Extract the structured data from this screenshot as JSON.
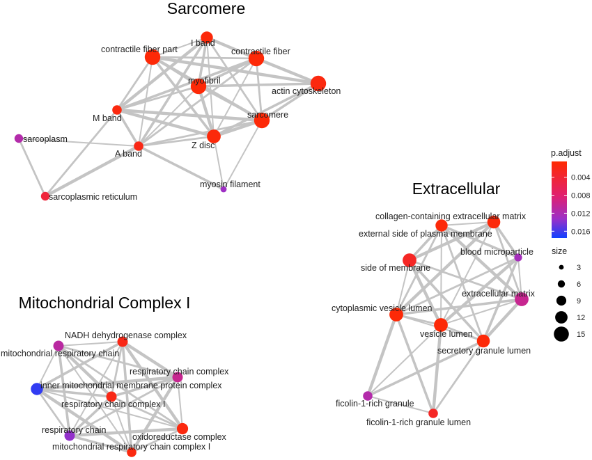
{
  "clusters": [
    {
      "title": "Sarcomere",
      "nodes": [
        {
          "id": "s1",
          "label": "I band",
          "p_adjust": 0.0012,
          "size": 10
        },
        {
          "id": "s2",
          "label": "contractile fiber part",
          "p_adjust": 0.001,
          "size": 14
        },
        {
          "id": "s3",
          "label": "contractile fiber",
          "p_adjust": 0.001,
          "size": 14
        },
        {
          "id": "s4",
          "label": "myofibril",
          "p_adjust": 0.001,
          "size": 14
        },
        {
          "id": "s5",
          "label": "actin cytoskeleton",
          "p_adjust": 0.0015,
          "size": 14
        },
        {
          "id": "s6",
          "label": "M band",
          "p_adjust": 0.0015,
          "size": 7
        },
        {
          "id": "s7",
          "label": "sarcomere",
          "p_adjust": 0.001,
          "size": 14
        },
        {
          "id": "s8",
          "label": "sarcoplasm",
          "p_adjust": 0.0115,
          "size": 6
        },
        {
          "id": "s9",
          "label": "Z disc",
          "p_adjust": 0.0012,
          "size": 12
        },
        {
          "id": "s10",
          "label": "A band",
          "p_adjust": 0.002,
          "size": 7
        },
        {
          "id": "s11",
          "label": "myosin filament",
          "p_adjust": 0.013,
          "size": 3
        },
        {
          "id": "s12",
          "label": "sarcoplasmic reticulum",
          "p_adjust": 0.0045,
          "size": 6
        }
      ],
      "edges": [
        [
          "s1",
          "s2"
        ],
        [
          "s1",
          "s3"
        ],
        [
          "s1",
          "s4"
        ],
        [
          "s1",
          "s7"
        ],
        [
          "s1",
          "s9"
        ],
        [
          "s1",
          "s6"
        ],
        [
          "s1",
          "s10"
        ],
        [
          "s2",
          "s3"
        ],
        [
          "s2",
          "s4"
        ],
        [
          "s2",
          "s7"
        ],
        [
          "s2",
          "s9"
        ],
        [
          "s2",
          "s6"
        ],
        [
          "s2",
          "s10"
        ],
        [
          "s2",
          "s5"
        ],
        [
          "s3",
          "s4"
        ],
        [
          "s3",
          "s7"
        ],
        [
          "s3",
          "s9"
        ],
        [
          "s3",
          "s5"
        ],
        [
          "s3",
          "s6"
        ],
        [
          "s3",
          "s10"
        ],
        [
          "s4",
          "s7"
        ],
        [
          "s4",
          "s9"
        ],
        [
          "s4",
          "s5"
        ],
        [
          "s4",
          "s6"
        ],
        [
          "s4",
          "s10"
        ],
        [
          "s7",
          "s9"
        ],
        [
          "s7",
          "s5"
        ],
        [
          "s7",
          "s10"
        ],
        [
          "s7",
          "s11"
        ],
        [
          "s7",
          "s6"
        ],
        [
          "s9",
          "s5"
        ],
        [
          "s9",
          "s10"
        ],
        [
          "s9",
          "s11"
        ],
        [
          "s9",
          "s6"
        ],
        [
          "s6",
          "s10"
        ],
        [
          "s6",
          "s12"
        ],
        [
          "s10",
          "s8"
        ],
        [
          "s10",
          "s12"
        ],
        [
          "s10",
          "s11"
        ],
        [
          "s8",
          "s12"
        ]
      ]
    },
    {
      "title": "Extracellular",
      "nodes": [
        {
          "id": "e1",
          "label": "collagen-containing extracellular matrix",
          "p_adjust": 0.0012,
          "size": 11
        },
        {
          "id": "e2",
          "label": "external side of plasma membrane",
          "p_adjust": 0.0012,
          "size": 10
        },
        {
          "id": "e3",
          "label": "blood microparticle",
          "p_adjust": 0.0125,
          "size": 5
        },
        {
          "id": "e4",
          "label": "side of membrane",
          "p_adjust": 0.003,
          "size": 12
        },
        {
          "id": "e5",
          "label": "extracellular matrix",
          "p_adjust": 0.01,
          "size": 12
        },
        {
          "id": "e6",
          "label": "cytoplasmic vesicle lumen",
          "p_adjust": 0.001,
          "size": 12
        },
        {
          "id": "e7",
          "label": "vesicle lumen",
          "p_adjust": 0.001,
          "size": 12
        },
        {
          "id": "e8",
          "label": "secretory granule lumen",
          "p_adjust": 0.001,
          "size": 11
        },
        {
          "id": "e9",
          "label": "ficolin-1-rich granule",
          "p_adjust": 0.0115,
          "size": 7
        },
        {
          "id": "e10",
          "label": "ficolin-1-rich granule lumen",
          "p_adjust": 0.003,
          "size": 7
        }
      ],
      "edges": [
        [
          "e1",
          "e2"
        ],
        [
          "e1",
          "e4"
        ],
        [
          "e1",
          "e3"
        ],
        [
          "e1",
          "e5"
        ],
        [
          "e1",
          "e7"
        ],
        [
          "e1",
          "e6"
        ],
        [
          "e2",
          "e4"
        ],
        [
          "e2",
          "e6"
        ],
        [
          "e2",
          "e7"
        ],
        [
          "e2",
          "e5"
        ],
        [
          "e2",
          "e3"
        ],
        [
          "e2",
          "e8"
        ],
        [
          "e4",
          "e6"
        ],
        [
          "e4",
          "e7"
        ],
        [
          "e4",
          "e8"
        ],
        [
          "e4",
          "e5"
        ],
        [
          "e3",
          "e5"
        ],
        [
          "e3",
          "e7"
        ],
        [
          "e3",
          "e8"
        ],
        [
          "e3",
          "e6"
        ],
        [
          "e5",
          "e7"
        ],
        [
          "e5",
          "e8"
        ],
        [
          "e5",
          "e6"
        ],
        [
          "e6",
          "e7"
        ],
        [
          "e6",
          "e8"
        ],
        [
          "e6",
          "e9"
        ],
        [
          "e6",
          "e10"
        ],
        [
          "e7",
          "e8"
        ],
        [
          "e7",
          "e9"
        ],
        [
          "e7",
          "e10"
        ],
        [
          "e8",
          "e9"
        ],
        [
          "e8",
          "e10"
        ],
        [
          "e9",
          "e10"
        ]
      ]
    },
    {
      "title": "Mitochondrial Complex I",
      "nodes": [
        {
          "id": "m1",
          "label": "NADH dehydrogenase complex",
          "p_adjust": 0.002,
          "size": 8
        },
        {
          "id": "m2",
          "label": "mitochondrial respiratory chain",
          "p_adjust": 0.011,
          "size": 8
        },
        {
          "id": "m3",
          "label": "respiratory chain complex",
          "p_adjust": 0.01,
          "size": 8
        },
        {
          "id": "m4",
          "label": "inner mitochondrial membrane protein complex",
          "p_adjust": 0.0165,
          "size": 10
        },
        {
          "id": "m5",
          "label": "respiratory chain complex I",
          "p_adjust": 0.002,
          "size": 8
        },
        {
          "id": "m6",
          "label": "respiratory chain",
          "p_adjust": 0.0135,
          "size": 8
        },
        {
          "id": "m7",
          "label": "oxidoreductase complex",
          "p_adjust": 0.0015,
          "size": 9
        },
        {
          "id": "m8",
          "label": "mitochondrial respiratory chain complex I",
          "p_adjust": 0.0015,
          "size": 7
        }
      ],
      "edges": [
        [
          "m1",
          "m2"
        ],
        [
          "m1",
          "m3"
        ],
        [
          "m1",
          "m4"
        ],
        [
          "m1",
          "m5"
        ],
        [
          "m1",
          "m6"
        ],
        [
          "m1",
          "m7"
        ],
        [
          "m1",
          "m8"
        ],
        [
          "m2",
          "m3"
        ],
        [
          "m2",
          "m4"
        ],
        [
          "m2",
          "m5"
        ],
        [
          "m2",
          "m6"
        ],
        [
          "m2",
          "m7"
        ],
        [
          "m2",
          "m8"
        ],
        [
          "m3",
          "m4"
        ],
        [
          "m3",
          "m5"
        ],
        [
          "m3",
          "m6"
        ],
        [
          "m3",
          "m7"
        ],
        [
          "m3",
          "m8"
        ],
        [
          "m4",
          "m5"
        ],
        [
          "m4",
          "m6"
        ],
        [
          "m4",
          "m7"
        ],
        [
          "m4",
          "m8"
        ],
        [
          "m5",
          "m6"
        ],
        [
          "m5",
          "m7"
        ],
        [
          "m5",
          "m8"
        ],
        [
          "m6",
          "m7"
        ],
        [
          "m6",
          "m8"
        ],
        [
          "m7",
          "m8"
        ]
      ]
    }
  ],
  "legend": {
    "color_title": "p.adjust",
    "color_ticks": [
      "0.004",
      "0.008",
      "0.012",
      "0.016"
    ],
    "color_tick_values": [
      0.004,
      0.008,
      0.012,
      0.016
    ],
    "color_range": [
      0.0005,
      0.0175
    ],
    "color_low": "#ff2a00",
    "color_mid": "#e02070",
    "color_high": "#1040ff",
    "size_title": "size",
    "size_values": [
      3,
      6,
      9,
      12,
      15
    ],
    "size_labels": [
      "3",
      "6",
      "9",
      "12",
      "15"
    ],
    "edge_color": "#c4c4c4"
  }
}
